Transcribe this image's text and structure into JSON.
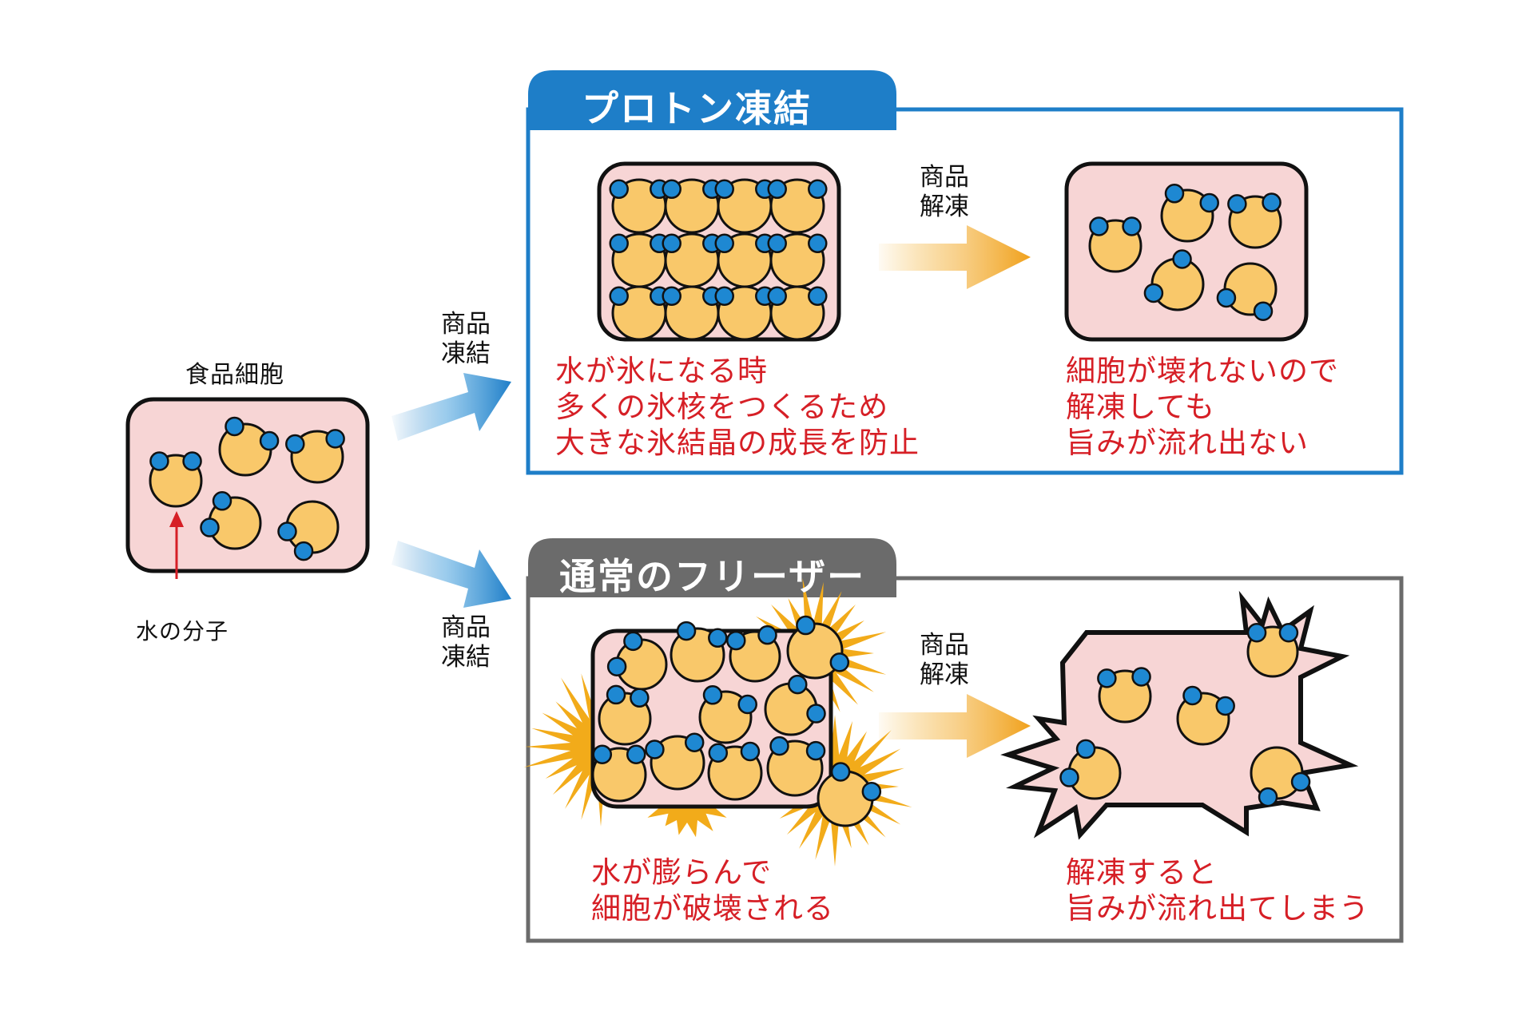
{
  "cell_label": "食品細胞",
  "water_molecule_label": "水の分子",
  "freeze_label_top": "商品\n凍結",
  "freeze_label_bottom": "商品\n凍結",
  "proton": {
    "title": "プロトン凍結",
    "thaw_label": "商品\n解凍",
    "frozen_caption": [
      "水が氷になる時",
      "多くの氷核をつくるため",
      "大きな氷結晶の成長を防止"
    ],
    "thawed_caption": [
      "細胞が壊れないので",
      "解凍しても",
      "旨みが流れ出ない"
    ]
  },
  "normal": {
    "title": "通常のフリーザー",
    "thaw_label": "商品\n解凍",
    "frozen_caption": [
      "水が膨らんで",
      "細胞が破壊される"
    ],
    "thawed_caption": [
      "解凍すると",
      "旨みが流れ出てしまう"
    ]
  },
  "colors": {
    "proton_accent": "#1e7ec8",
    "normal_accent": "#6b6b6b",
    "cell_fill": "#f7d5d5",
    "molecule_fill": "#f9c86a",
    "atom_fill": "#1e88d2",
    "crystal_fill": "#f2ab1a",
    "caption_red": "#d61f26"
  }
}
